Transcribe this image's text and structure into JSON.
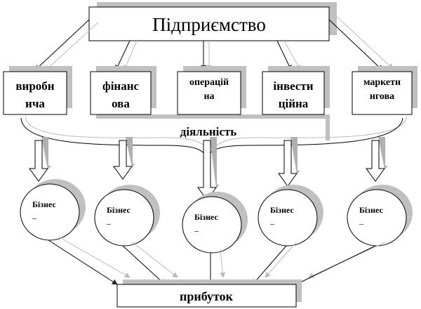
{
  "title": "Підприємство",
  "activities": [
    {
      "line1": "виробн",
      "line2": "ича"
    },
    {
      "line1": "фінанс",
      "line2": "ова"
    },
    {
      "line1": "операцій",
      "line2": "на"
    },
    {
      "line1": "інвести",
      "line2": "ційна"
    },
    {
      "line1": "маркети",
      "line2": "нгова"
    }
  ],
  "activity_label": "діяльність",
  "business_units": [
    {
      "line1": "Бізнес",
      "line2": "–"
    },
    {
      "line1": "Бізнес",
      "line2": "–"
    },
    {
      "line1": "Бізнес",
      "line2": "–"
    },
    {
      "line1": "Бізнес",
      "line2": "–"
    },
    {
      "line1": "Бізнес",
      "line2": "–"
    }
  ],
  "result": "прибуток",
  "colors": {
    "shadow": "#c0c0c0",
    "line": "#000000",
    "light": "#b8b8b8"
  }
}
